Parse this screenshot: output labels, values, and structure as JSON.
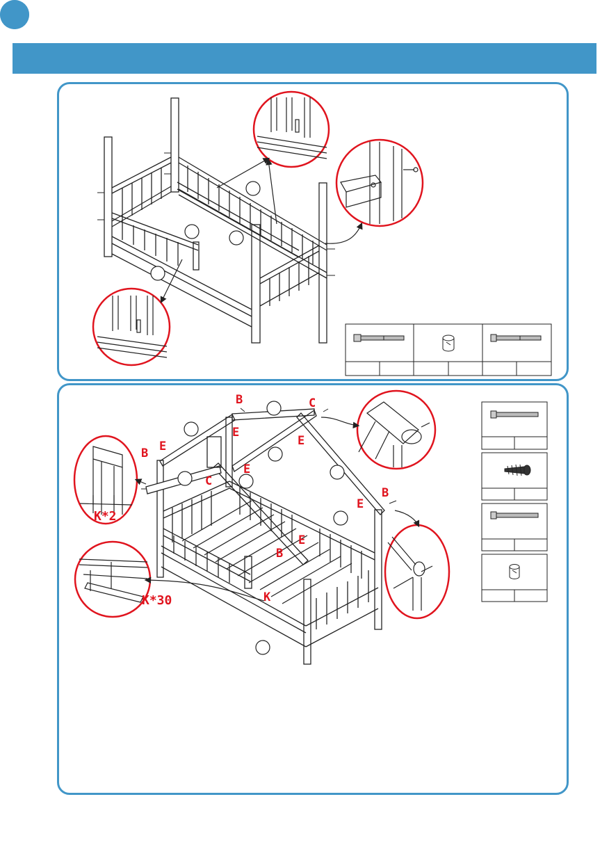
{
  "labels": {
    "b1": "B",
    "c1": "C",
    "e1": "E",
    "e2": "E",
    "b2": "B",
    "e3": "E",
    "c2": "C",
    "e4": "E",
    "b3": "B",
    "e5": "E",
    "e6": "E",
    "b4": "B",
    "k": "K",
    "k2": "K*2",
    "k30": "K*30"
  },
  "colors": {
    "brand": "#4196c8",
    "callout": "#e0141e",
    "line": "#222222"
  },
  "icons": {
    "step1": "step-number-badge",
    "step2": "step-number-badge",
    "bolt": "long-bolt-icon",
    "barrel_nut": "barrel-nut-icon",
    "wood_screw": "wood-screw-icon"
  }
}
